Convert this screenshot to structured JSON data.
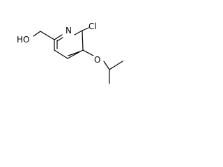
{
  "molecule": {
    "atoms": {
      "n": "N",
      "cl": "Cl",
      "o_ether": "O",
      "oh": "HO"
    },
    "colors": {
      "bond": "#000000",
      "text": "#000000",
      "background": "#ffffff"
    }
  }
}
